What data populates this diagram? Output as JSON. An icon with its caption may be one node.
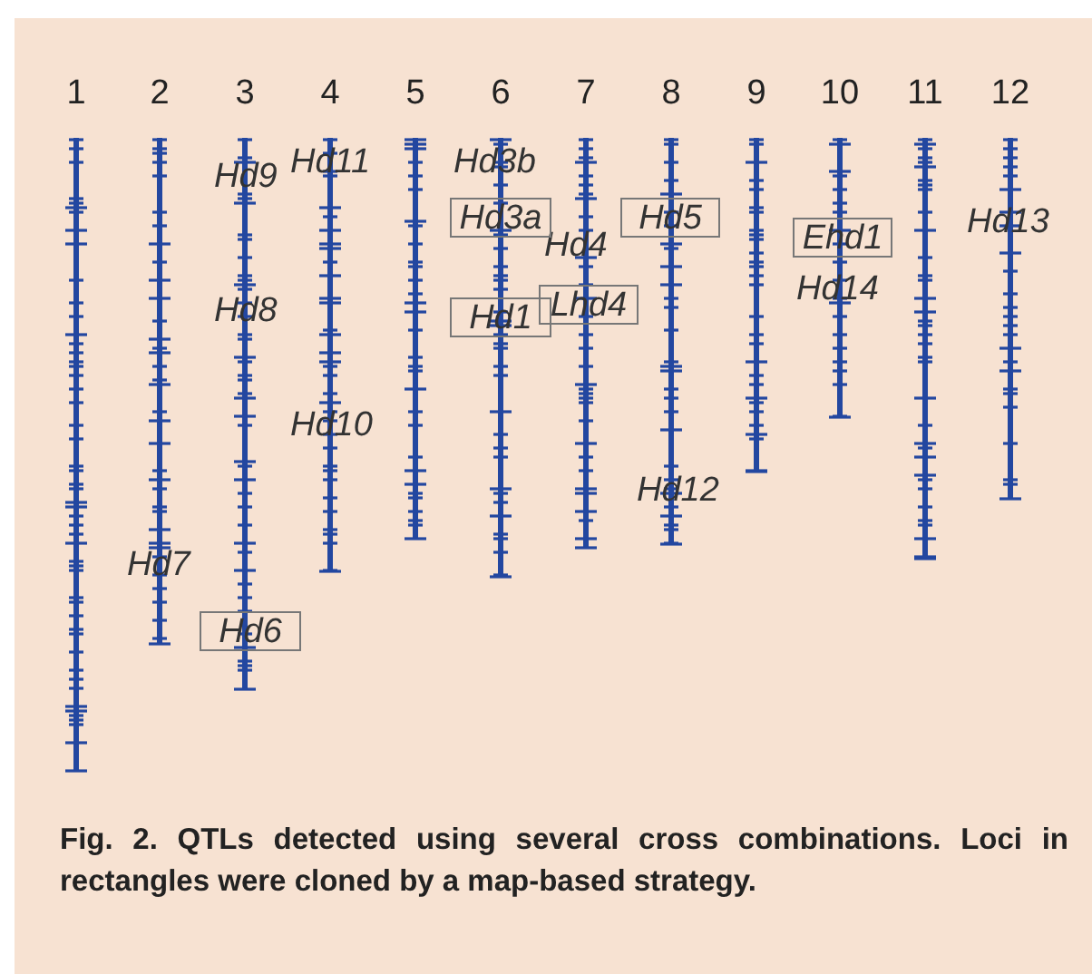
{
  "diagram": {
    "caption": "Fig. 2. QTLs detected using several cross combinations. Loci in rectangles were cloned by a map-based strategy.",
    "nodes": [
      {
        "text": [
          "Hd3a"
        ]
      },
      {
        "text": [
          "Hd5"
        ]
      },
      {
        "text": [
          "Ehd1"
        ]
      },
      {
        "text": [
          "Hd1"
        ]
      },
      {
        "text": [
          "Lhd4"
        ]
      },
      {
        "text": [
          "Hd6"
        ]
      }
    ],
    "labels": [
      "1",
      "2",
      "3",
      "4",
      "5",
      "6",
      "7",
      "8",
      "9",
      "10",
      "11",
      "12",
      "Hd11",
      "Hd3b",
      "Hd9",
      "Hd13",
      "Hd4",
      "Hd14",
      "Hd8",
      "Hd10",
      "Hd12",
      "Hd7"
    ]
  }
}
